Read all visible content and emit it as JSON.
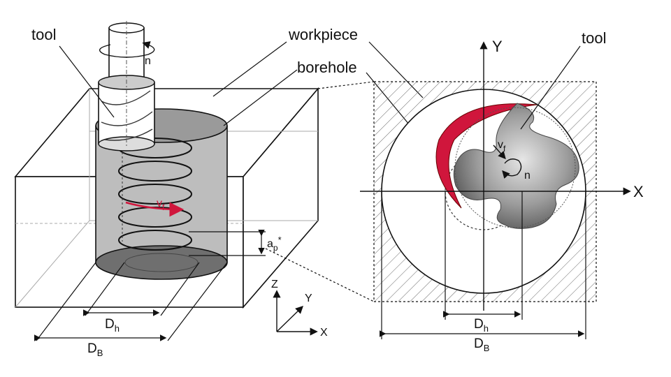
{
  "labels": {
    "tool_left": "tool",
    "workpiece": "workpiece",
    "borehole": "borehole",
    "tool_right": "tool",
    "rotation_n": "n",
    "feed": "v",
    "feed_sub": "f",
    "depth": "a",
    "depth_sub": "p",
    "depth_star": "*",
    "dh": "D",
    "dh_sub": "h",
    "db": "D",
    "db_sub": "B",
    "axis_x": "X",
    "axis_y": "Y",
    "axis_z": "Z"
  },
  "colors": {
    "accent": "#d0163c",
    "hole": "#9a9a9a",
    "bottom": "#6f6f6f"
  }
}
